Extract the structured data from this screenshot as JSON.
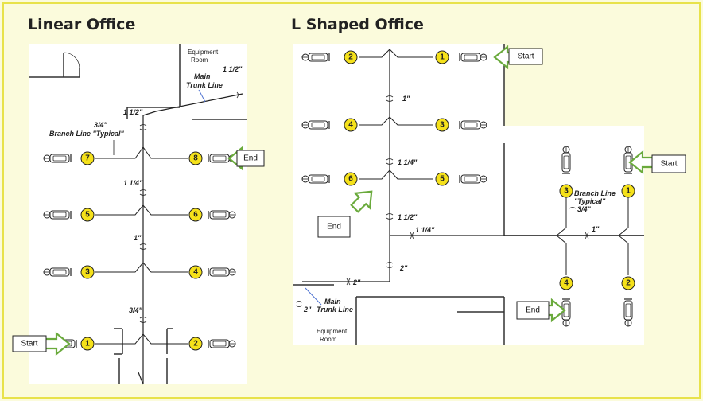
{
  "titles": {
    "left": "Linear Office",
    "right": "L Shaped Office"
  },
  "colors": {
    "background": "#fbfbdc",
    "border": "#e8e24a",
    "node_fill": "#f5e11a",
    "arrow_green": "#6aaa3c"
  },
  "icons": {
    "workstation": "chair-desk-icon",
    "arrow": "green-block-arrow-icon"
  },
  "linear": {
    "equipment_room": [
      "Equipment",
      "Room"
    ],
    "main_trunk_line": [
      "Main",
      "Trunk Line"
    ],
    "size_top": "1 1/2\"",
    "size_trunk_upper": "1 1/2\"",
    "branch_size": "3/4\"",
    "branch_line": "Branch Line \"Typical\"",
    "size_mid": "1 1/4\"",
    "size_lower": "1\"",
    "size_bottom": "3/4\"",
    "start": "Start",
    "end": "End",
    "nodes": [
      "7",
      "8",
      "5",
      "6",
      "3",
      "4",
      "1",
      "2"
    ]
  },
  "lshaped": {
    "start_top": "Start",
    "start_right": "Start",
    "end_left": "End",
    "end_bottom": "End",
    "size_1": "1\"",
    "size_114_a": "1 1/4\"",
    "size_112": "1 1/2\"",
    "size_114_b": "1 1/4\"",
    "size_2": "2\"",
    "size_2_b": "2\"",
    "size_2_c": "2\"",
    "size_1_right": "1\"",
    "size_34": "3/4\"",
    "branch_line": [
      "Branch Line",
      "\"Typical\""
    ],
    "main_trunk_line": [
      "Main",
      "Trunk Line"
    ],
    "equipment_room": [
      "Equipment",
      "Room"
    ],
    "nodes": [
      "2",
      "1",
      "4",
      "3",
      "6",
      "5",
      "3",
      "1",
      "4",
      "2"
    ]
  }
}
